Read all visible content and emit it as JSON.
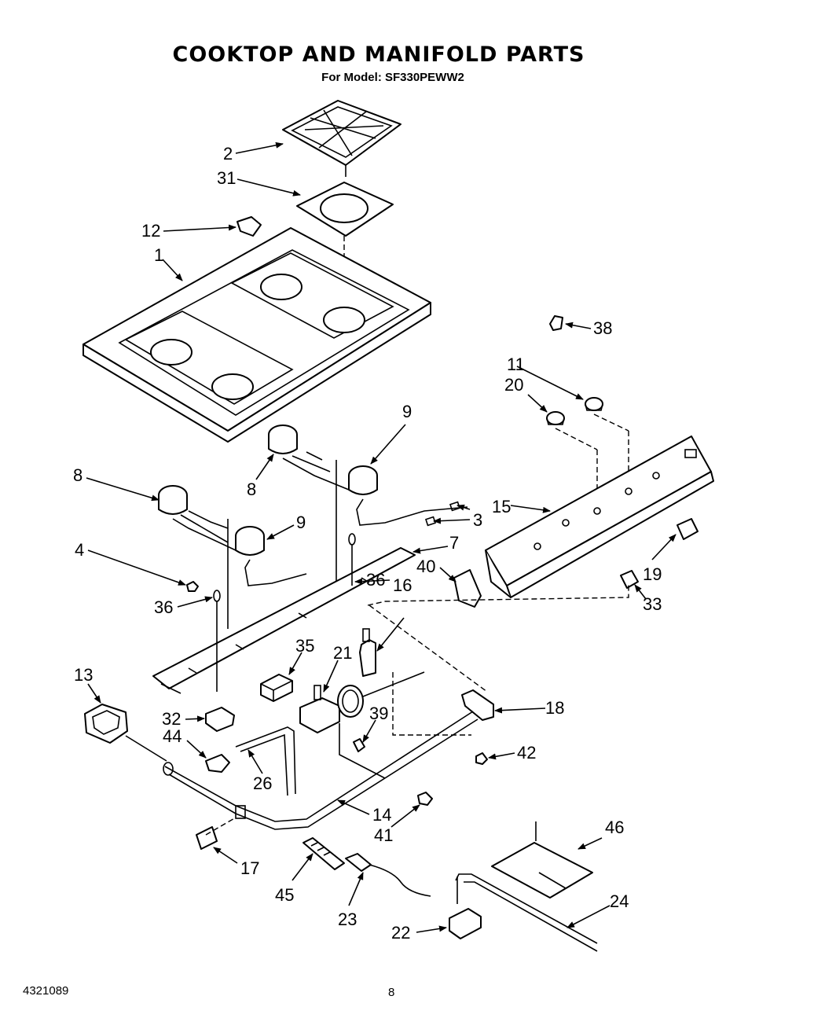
{
  "header": {
    "title": "COOKTOP AND MANIFOLD PARTS",
    "subtitle": "For Model: SF330PEWW2"
  },
  "footer": {
    "doc_number": "4321089",
    "page_number": "8"
  },
  "callouts": {
    "c1": "1",
    "c2": "2",
    "c31": "31",
    "c12": "12",
    "c38": "38",
    "c11": "11",
    "c20": "20",
    "c9a": "9",
    "c8a": "8",
    "c8b": "8",
    "c15": "15",
    "c3": "3",
    "c9b": "9",
    "c7": "7",
    "c4": "4",
    "c40": "40",
    "c19": "19",
    "c33": "33",
    "c36a": "36",
    "c16": "16",
    "c36b": "36",
    "c35": "35",
    "c21": "21",
    "c13": "13",
    "c18": "18",
    "c32": "32",
    "c39": "39",
    "c44": "44",
    "c42": "42",
    "c26": "26",
    "c14": "14",
    "c41": "41",
    "c46": "46",
    "c17": "17",
    "c24": "24",
    "c45": "45",
    "c23": "23",
    "c22": "22"
  }
}
